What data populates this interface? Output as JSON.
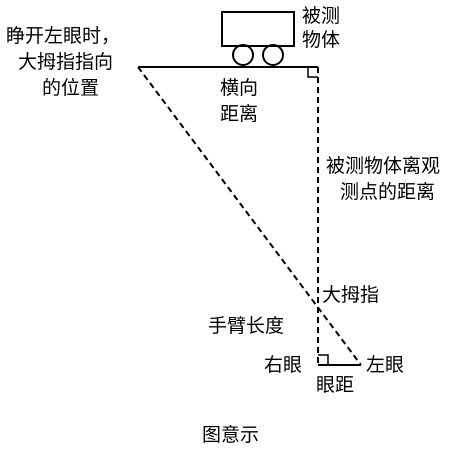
{
  "diagram": {
    "title": "图意示",
    "object_label": [
      "被测",
      "物体"
    ],
    "lateral_distance_label": [
      "横向",
      "距离"
    ],
    "thumb_position_label": [
      "睁开左眼时，",
      "大拇指指向",
      "的位置"
    ],
    "object_distance_label": [
      "被测物体离观",
      "测点的距离"
    ],
    "thumb_label": "大拇指",
    "arm_length_label": "手臂长度",
    "right_eye_label": "右眼",
    "left_eye_label": "左眼",
    "eye_distance_label": "眼距"
  }
}
